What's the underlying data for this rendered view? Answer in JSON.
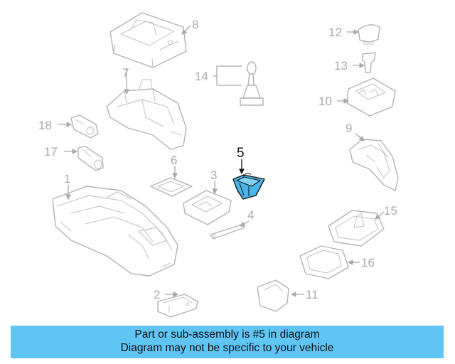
{
  "highlight_color": "#49b6ea",
  "banner_color": "#5fc5f5",
  "callouts": {
    "n1": "1",
    "n2": "2",
    "n3": "3",
    "n4": "4",
    "n5": "5",
    "n6": "6",
    "n7": "7",
    "n8": "8",
    "n9": "9",
    "n10": "10",
    "n11": "11",
    "n12": "12",
    "n13": "13",
    "n14": "14",
    "n15": "15",
    "n16": "16",
    "n17": "17",
    "n18": "18"
  },
  "highlighted_part": "5",
  "banner": {
    "line1": "Part or sub-assembly is #5 in diagram",
    "line2": "Diagram may not be specific to your vehicle"
  }
}
